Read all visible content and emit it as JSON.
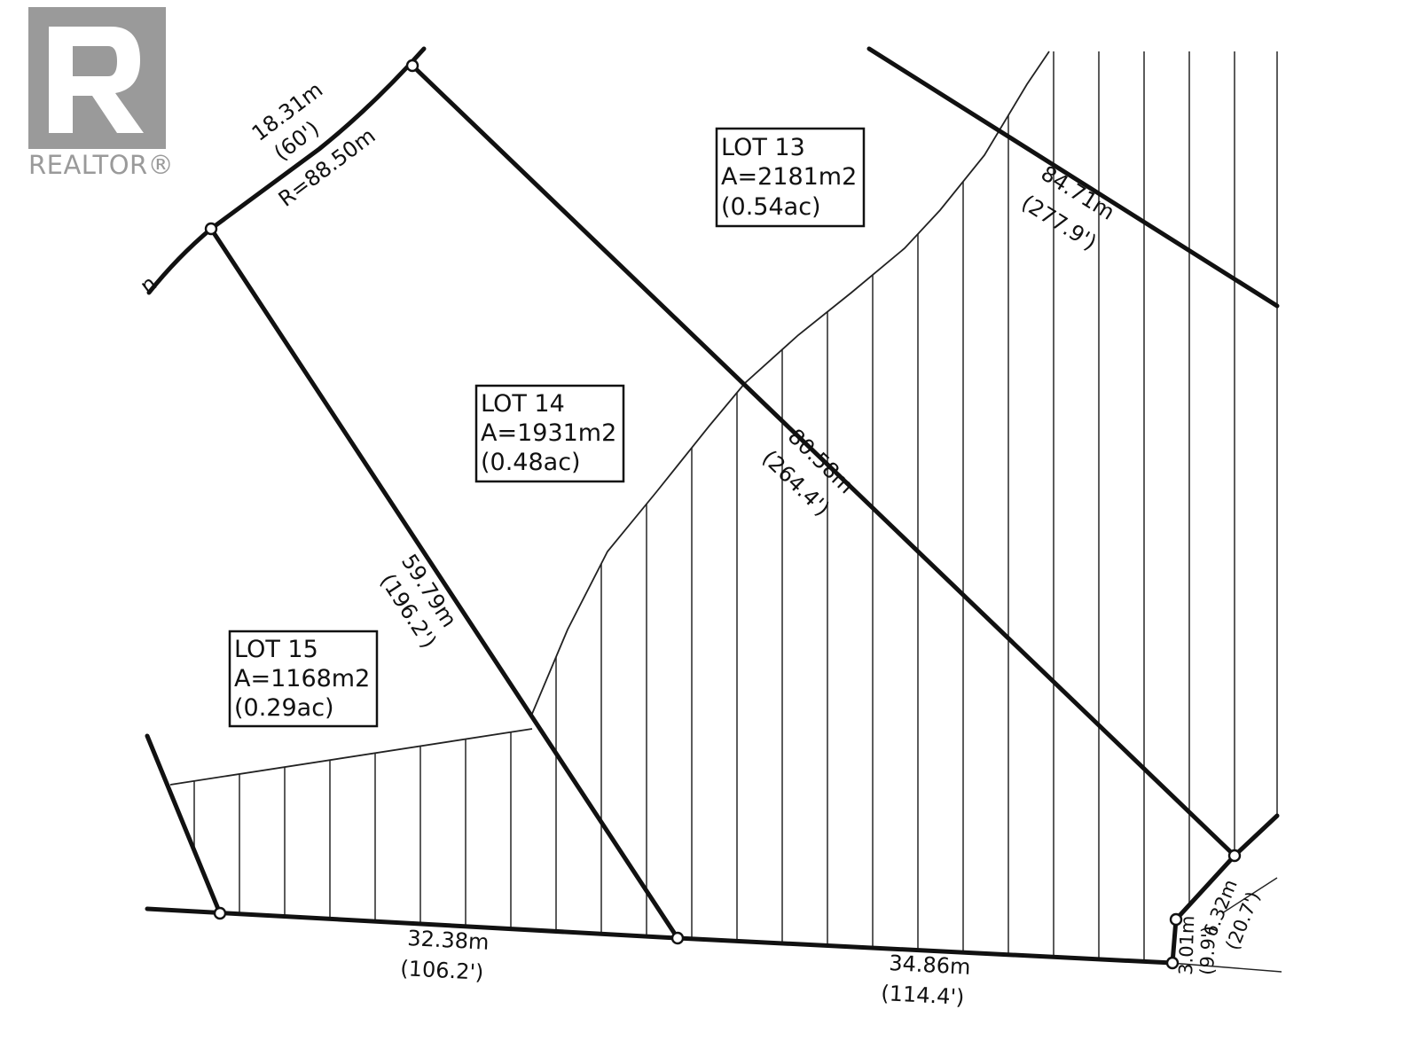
{
  "logo": {
    "brand": "REALTOR®",
    "mark": "R",
    "color": "#9a9a9a"
  },
  "colors": {
    "ink": "#111111",
    "hatch": "#333333",
    "logo_gray": "#9a9a9a"
  },
  "lots": [
    {
      "id": "13",
      "name": "LOT 13",
      "area": "A=2181m2",
      "acres": "(0.54ac)"
    },
    {
      "id": "14",
      "name": "LOT 14",
      "area": "A=1931m2",
      "acres": "(0.48ac)"
    },
    {
      "id": "15",
      "name": "LOT 15",
      "area": "A=1168m2",
      "acres": "(0.29ac)"
    }
  ],
  "dimensions": {
    "arc_length": "18.31m",
    "arc_length_ft": "(60')",
    "arc_radius": "R=88.50m",
    "line_59": "59.79m",
    "line_59_ft": "(196.2')",
    "line_80": "80.58m",
    "line_80_ft": "(264.4')",
    "line_84": "84.71m",
    "line_84_ft": "(277.9')",
    "bottom_left": "32.38m",
    "bottom_left_ft": "(106.2')",
    "bottom_right": "34.86m",
    "bottom_right_ft": "(114.4')",
    "corner_a": "6.32m",
    "corner_a_ft": "(20.7')",
    "corner_b": "3.01m",
    "corner_b_ft": "(9.9')",
    "partial": "n"
  }
}
